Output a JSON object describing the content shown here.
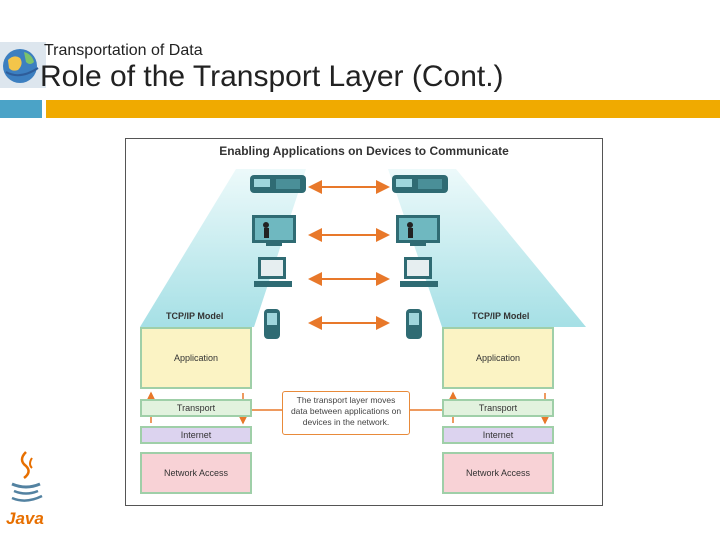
{
  "slide": {
    "subtitle": "Transportation of Data",
    "title": "Role of the Transport Layer (Cont.)"
  },
  "diagram": {
    "title": "Enabling Applications on Devices to Communicate",
    "left_model": {
      "label": "TCP/IP Model",
      "layers": [
        "Application",
        "Transport",
        "Internet",
        "Network Access"
      ]
    },
    "right_model": {
      "label": "TCP/IP Model",
      "layers": [
        "Application",
        "Transport",
        "Internet",
        "Network Access"
      ]
    },
    "note": "The transport layer moves data between applications on devices in the network.",
    "devices": [
      "ip-phone",
      "video-monitor",
      "computer",
      "pda"
    ]
  },
  "colors": {
    "accent_blue": "#4ba3c7",
    "accent_orange": "#f0aa00",
    "arrow": "#e8782a",
    "beam": "#9ee0e6"
  }
}
